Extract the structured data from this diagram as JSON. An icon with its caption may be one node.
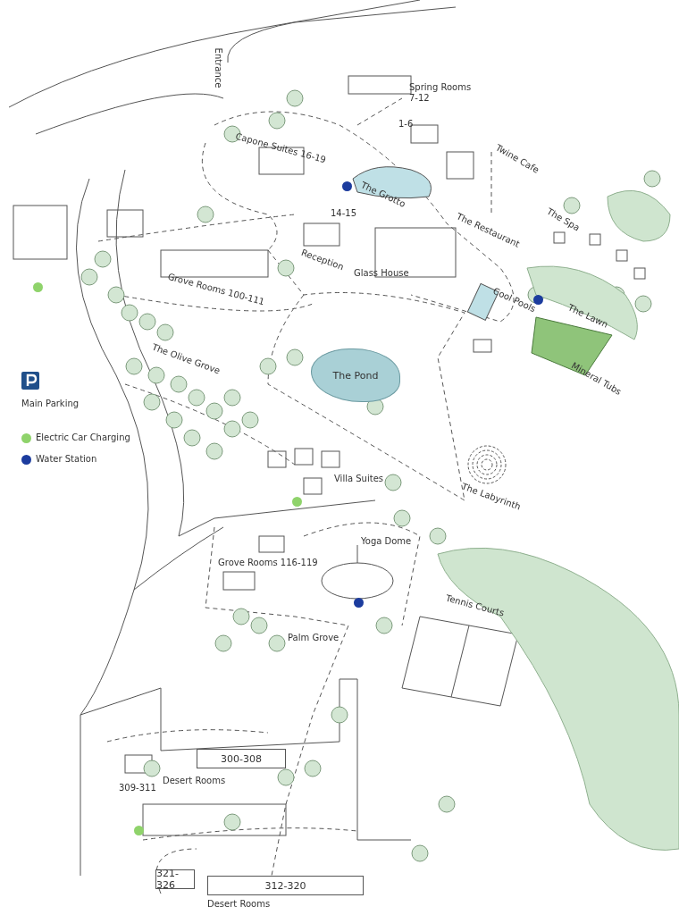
{
  "diagram": {
    "nodes": [
      {
        "text": [
          "The Pond"
        ]
      },
      {
        "text": [
          "300-308"
        ]
      },
      {
        "text": [
          "321-326"
        ]
      },
      {
        "text": [
          "312-320"
        ]
      }
    ],
    "labels": [
      "Entrance",
      "Spring Rooms 7-12",
      "1-6",
      "Capone Suites 16-19",
      "Twine Cafe",
      "The Grotto",
      "14-15",
      "The Restaurant",
      "The Spa",
      "Reception",
      "Glass House",
      "Grove Rooms 100-111",
      "Cool Pools",
      "The Lawn",
      "The Olive Grove",
      "Mineral Tubs",
      "Villa Suites",
      "The Labyrinth",
      "Yoga Dome",
      "Grove Rooms 116-119",
      "Tennis Courts",
      "Palm Grove",
      "309-311",
      "Desert Rooms",
      "Desert Rooms"
    ],
    "legend": [
      {
        "text": "Main Parking"
      },
      {
        "text": "Electric Car Charging",
        "color": "#8fd36b"
      },
      {
        "text": "Water Station",
        "color": "#1c3c9e"
      }
    ]
  }
}
